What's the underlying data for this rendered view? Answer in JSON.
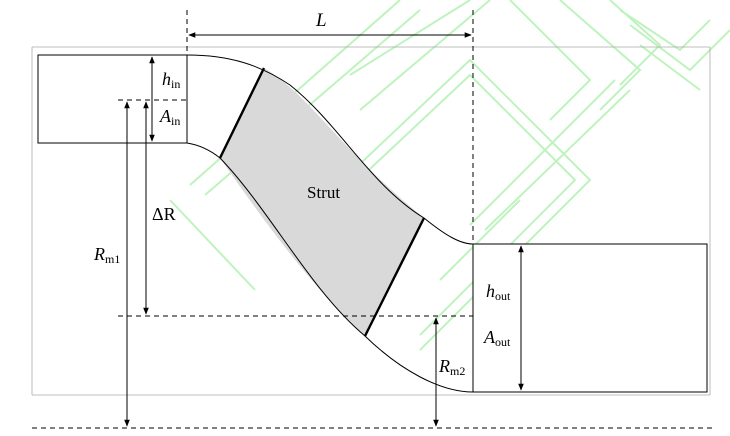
{
  "labels": {
    "length": "L",
    "h_in": "h",
    "h_in_sub": "in",
    "a_in": "A",
    "a_in_sub": "in",
    "delta_r": "ΔR",
    "rm1": "R",
    "rm1_sub": "m1",
    "strut": "Strut",
    "h_out": "h",
    "h_out_sub": "out",
    "a_out": "A",
    "a_out_sub": "out",
    "rm2": "R",
    "rm2_sub": "m2"
  },
  "colors": {
    "strut_fill": "#d9d9d9",
    "line": "#000000",
    "watermark": "#b8f2b8"
  }
}
